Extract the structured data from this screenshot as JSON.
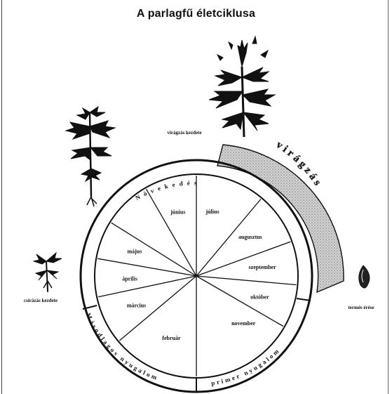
{
  "title": "A parlagfű életciklusa",
  "months": [
    {
      "name": "július"
    },
    {
      "name": "augusztus"
    },
    {
      "name": "szeptember"
    },
    {
      "name": "október"
    },
    {
      "name": "november"
    },
    {
      "name": "február"
    },
    {
      "name": "március"
    },
    {
      "name": "április"
    },
    {
      "name": "május"
    },
    {
      "name": "június"
    }
  ],
  "arc_labels": {
    "growth": "Növekedés",
    "flowering": "virágzás",
    "dormancy_secondary": "Másodlagos nyugalom",
    "dormancy_primary": "primer nyugalom"
  },
  "stage_labels": {
    "flowering_start": "virágzás kezdete",
    "seedling": "csírázás kezdete",
    "seed": "termés érése"
  },
  "colors": {
    "ink": "#111111",
    "stipple": "#9a9a9a",
    "background": "#ffffff"
  }
}
